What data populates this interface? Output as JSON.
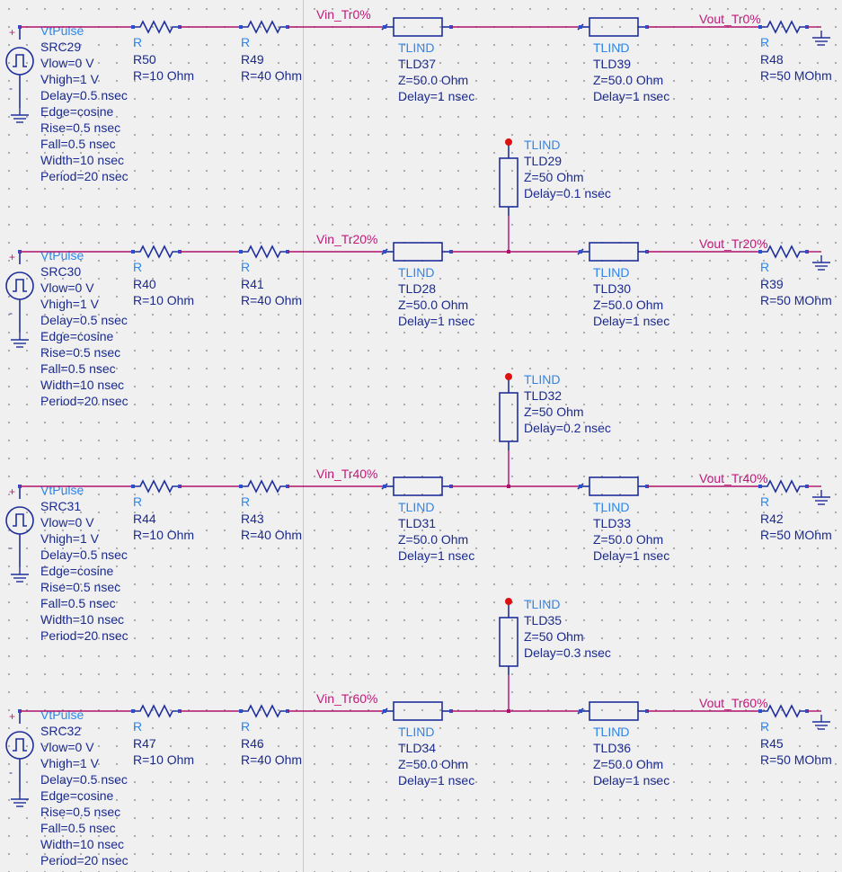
{
  "rows": [
    {
      "src": {
        "type": "VtPulse",
        "name": "SRC29",
        "vlow": "Vlow=0 V",
        "vhigh": "Vhigh=1 V",
        "delay": "Delay=0.5 nsec",
        "edge": "Edge=cosine",
        "rise": "Rise=0.5 nsec",
        "fall": "Fall=0.5 nsec",
        "width": "Width=10 nsec",
        "period": "Period=20 nsec"
      },
      "r1": {
        "type": "R",
        "name": "R50",
        "value": "R=10 Ohm"
      },
      "r2": {
        "type": "R",
        "name": "R49",
        "value": "R=40 Ohm"
      },
      "vin": "Vin_Tr0%",
      "tl1": {
        "type": "TLIND",
        "name": "TLD37",
        "z": "Z=50.0 Ohm",
        "delay": "Delay=1 nsec"
      },
      "tl2": {
        "type": "TLIND",
        "name": "TLD39",
        "z": "Z=50.0 Ohm",
        "delay": "Delay=1 nsec"
      },
      "vout": "Vout_Tr0%",
      "rl": {
        "type": "R",
        "name": "R48",
        "value": "R=50 MOhm"
      }
    },
    {
      "src": {
        "type": "VtPulse",
        "name": "SRC30",
        "vlow": "Vlow=0 V",
        "vhigh": "Vhigh=1 V",
        "delay": "Delay=0.5 nsec",
        "edge": "Edge=cosine",
        "rise": "Rise=0.5 nsec",
        "fall": "Fall=0.5 nsec",
        "width": "Width=10 nsec",
        "period": "Period=20 nsec"
      },
      "r1": {
        "type": "R",
        "name": "R40",
        "value": "R=10 Ohm"
      },
      "r2": {
        "type": "R",
        "name": "R41",
        "value": "R=40 Ohm"
      },
      "vin": "Vin_Tr20%",
      "tl1": {
        "type": "TLIND",
        "name": "TLD28",
        "z": "Z=50.0 Ohm",
        "delay": "Delay=1 nsec"
      },
      "tl2": {
        "type": "TLIND",
        "name": "TLD30",
        "z": "Z=50.0 Ohm",
        "delay": "Delay=1 nsec"
      },
      "vout": "Vout_Tr20%",
      "rl": {
        "type": "R",
        "name": "R39",
        "value": "R=50 MOhm"
      },
      "stub": {
        "type": "TLIND",
        "name": "TLD29",
        "z": "Z=50 Ohm",
        "delay": "Delay=0.1 nsec"
      }
    },
    {
      "src": {
        "type": "VtPulse",
        "name": "SRC31",
        "vlow": "Vlow=0 V",
        "vhigh": "Vhigh=1 V",
        "delay": "Delay=0.5 nsec",
        "edge": "Edge=cosine",
        "rise": "Rise=0.5 nsec",
        "fall": "Fall=0.5 nsec",
        "width": "Width=10 nsec",
        "period": "Period=20 nsec"
      },
      "r1": {
        "type": "R",
        "name": "R44",
        "value": "R=10 Ohm"
      },
      "r2": {
        "type": "R",
        "name": "R43",
        "value": "R=40 Ohm"
      },
      "vin": "Vin_Tr40%",
      "tl1": {
        "type": "TLIND",
        "name": "TLD31",
        "z": "Z=50.0 Ohm",
        "delay": "Delay=1 nsec"
      },
      "tl2": {
        "type": "TLIND",
        "name": "TLD33",
        "z": "Z=50.0 Ohm",
        "delay": "Delay=1 nsec"
      },
      "vout": "Vout_Tr40%",
      "rl": {
        "type": "R",
        "name": "R42",
        "value": "R=50 MOhm"
      },
      "stub": {
        "type": "TLIND",
        "name": "TLD32",
        "z": "Z=50 Ohm",
        "delay": "Delay=0.2 nsec"
      }
    },
    {
      "src": {
        "type": "VtPulse",
        "name": "SRC32",
        "vlow": "Vlow=0 V",
        "vhigh": "Vhigh=1 V",
        "delay": "Delay=0.5 nsec",
        "edge": "Edge=cosine",
        "rise": "Rise=0.5 nsec",
        "fall": "Fall=0.5 nsec",
        "width": "Width=10 nsec",
        "period": "Period=20 nsec"
      },
      "r1": {
        "type": "R",
        "name": "R47",
        "value": "R=10 Ohm"
      },
      "r2": {
        "type": "R",
        "name": "R46",
        "value": "R=40 Ohm"
      },
      "vin": "Vin_Tr60%",
      "tl1": {
        "type": "TLIND",
        "name": "TLD34",
        "z": "Z=50.0 Ohm",
        "delay": "Delay=1 nsec"
      },
      "tl2": {
        "type": "TLIND",
        "name": "TLD36",
        "z": "Z=50.0 Ohm",
        "delay": "Delay=1 nsec"
      },
      "vout": "Vout_Tr60%",
      "rl": {
        "type": "R",
        "name": "R45",
        "value": "R=50 MOhm"
      },
      "stub": {
        "type": "TLIND",
        "name": "TLD35",
        "z": "Z=50 Ohm",
        "delay": "Delay=0.3 nsec"
      }
    }
  ],
  "colors": {
    "wire": "#b0106a",
    "component": "#1f2f9a",
    "type_label": "#2f86ea",
    "param_label": "#1b2a8e",
    "net_label": "#c2187a",
    "background": "#f0f0f0"
  }
}
